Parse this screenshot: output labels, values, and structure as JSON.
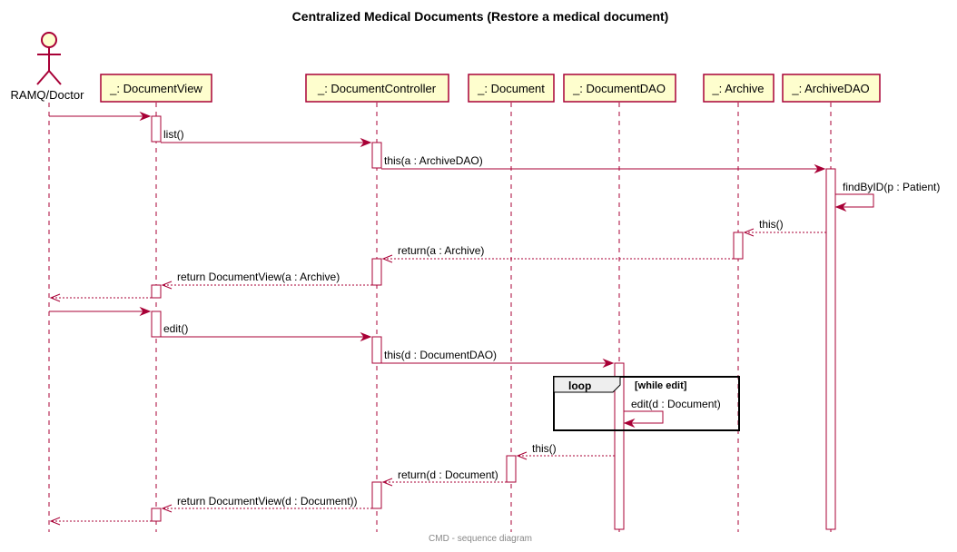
{
  "title": "Centralized Medical Documents (Restore a medical document)",
  "footer": "CMD - sequence diagram",
  "actor": {
    "name": "RAMQ/Doctor"
  },
  "participants": [
    {
      "id": "view",
      "name": "_: DocumentView"
    },
    {
      "id": "ctrl",
      "name": "_: DocumentController"
    },
    {
      "id": "doc",
      "name": "_: Document"
    },
    {
      "id": "dao",
      "name": "_: DocumentDAO"
    },
    {
      "id": "arch",
      "name": "_: Archive"
    },
    {
      "id": "archdao",
      "name": "_: ArchiveDAO"
    }
  ],
  "messages": [
    {
      "from": "actor",
      "to": "view",
      "label": "",
      "kind": "sync"
    },
    {
      "from": "view",
      "to": "ctrl",
      "label": "list()",
      "kind": "sync"
    },
    {
      "from": "ctrl",
      "to": "archdao",
      "label": "this(a : ArchiveDAO)",
      "kind": "sync"
    },
    {
      "from": "archdao",
      "to": "archdao",
      "label": "findByID(p : Patient)",
      "kind": "self"
    },
    {
      "from": "archdao",
      "to": "arch",
      "label": "this()",
      "kind": "return"
    },
    {
      "from": "arch",
      "to": "ctrl",
      "label": "return(a : Archive)",
      "kind": "return"
    },
    {
      "from": "ctrl",
      "to": "view",
      "label": "return DocumentView(a : Archive)",
      "kind": "return"
    },
    {
      "from": "view",
      "to": "actor",
      "label": "",
      "kind": "return"
    },
    {
      "from": "actor",
      "to": "view",
      "label": "",
      "kind": "sync"
    },
    {
      "from": "view",
      "to": "ctrl",
      "label": "edit()",
      "kind": "sync"
    },
    {
      "from": "ctrl",
      "to": "dao",
      "label": "this(d : DocumentDAO)",
      "kind": "sync"
    },
    {
      "from": "dao",
      "to": "dao",
      "label": "edit(d : Document)",
      "kind": "self"
    },
    {
      "from": "dao",
      "to": "doc",
      "label": "this()",
      "kind": "return"
    },
    {
      "from": "doc",
      "to": "ctrl",
      "label": "return(d : Document)",
      "kind": "return"
    },
    {
      "from": "ctrl",
      "to": "view",
      "label": "return DocumentView(d : Document))",
      "kind": "return"
    },
    {
      "from": "view",
      "to": "actor",
      "label": "",
      "kind": "return"
    }
  ],
  "loop": {
    "keyword": "loop",
    "condition": "[while edit]"
  }
}
